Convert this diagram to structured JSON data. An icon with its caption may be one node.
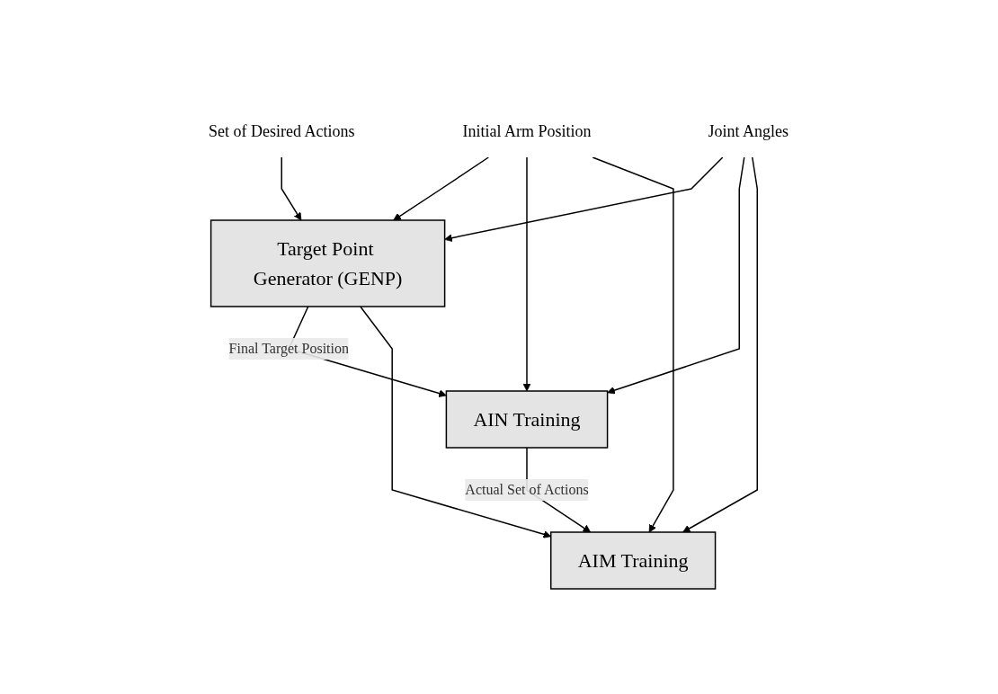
{
  "diagram": {
    "nodes": [
      {
        "text": [
          "Joint Angles"
        ]
      },
      {
        "text": [
          "Set of Desired Actions"
        ]
      },
      {
        "text": [
          "Initial Arm Position"
        ]
      },
      {
        "text": [
          "Target Point Generator (GENP)"
        ]
      },
      {
        "text": [
          "AIN Training"
        ]
      },
      {
        "text": [
          "AIM Training"
        ]
      }
    ],
    "edges": [
      {
        "from": 0,
        "to": 3,
        "arrow": "to"
      },
      {
        "from": 1,
        "to": 3,
        "arrow": "to"
      },
      {
        "from": 2,
        "to": 3,
        "arrow": "to"
      },
      {
        "from": 3,
        "to": 4,
        "arrow": "to",
        "label": "Final Target Position"
      },
      {
        "from": 3,
        "to": 5,
        "arrow": "to"
      },
      {
        "from": 2,
        "to": 4,
        "arrow": "to"
      },
      {
        "from": 2,
        "to": 5,
        "arrow": "to"
      },
      {
        "from": 0,
        "to": 4,
        "arrow": "to"
      },
      {
        "from": 0,
        "to": 5,
        "arrow": "to"
      },
      {
        "from": 4,
        "to": 5,
        "arrow": "to",
        "label": "Actual Set of Actions"
      }
    ]
  }
}
